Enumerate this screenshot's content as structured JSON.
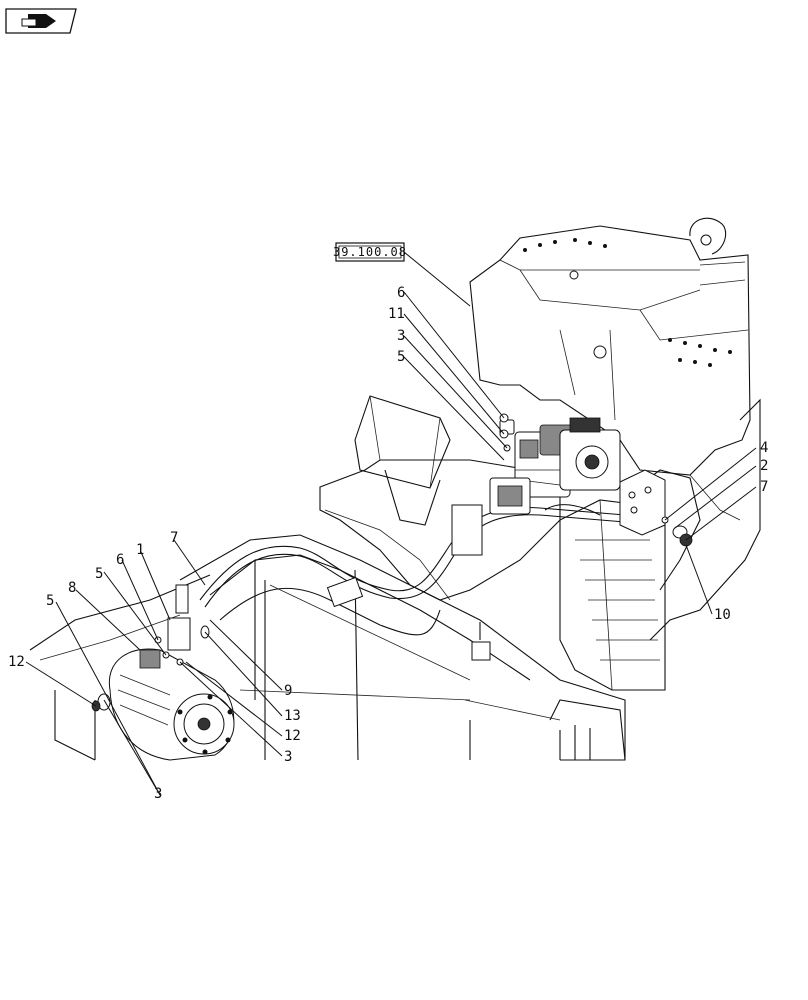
{
  "nav": {
    "icon": "book-arrow-icon"
  },
  "reference_box": {
    "label": "39.100.08"
  },
  "callouts": [
    {
      "id": "c-6-top",
      "text": "6"
    },
    {
      "id": "c-11-top",
      "text": "11"
    },
    {
      "id": "c-3-top",
      "text": "3"
    },
    {
      "id": "c-5-top",
      "text": "5"
    },
    {
      "id": "c-4-right",
      "text": "4"
    },
    {
      "id": "c-2-right",
      "text": "2"
    },
    {
      "id": "c-7-right",
      "text": "7"
    },
    {
      "id": "c-10-right",
      "text": "10"
    },
    {
      "id": "c-7-mid",
      "text": "7"
    },
    {
      "id": "c-1-mid",
      "text": "1"
    },
    {
      "id": "c-6-mid",
      "text": "6"
    },
    {
      "id": "c-5-mid",
      "text": "5"
    },
    {
      "id": "c-8-mid",
      "text": "8"
    },
    {
      "id": "c-5-left",
      "text": "5"
    },
    {
      "id": "c-12-left",
      "text": "12"
    },
    {
      "id": "c-9-lower",
      "text": "9"
    },
    {
      "id": "c-13-lower",
      "text": "13"
    },
    {
      "id": "c-12-lower",
      "text": "12"
    },
    {
      "id": "c-3-lower",
      "text": "3"
    },
    {
      "id": "c-3-bottom",
      "text": "3"
    }
  ]
}
